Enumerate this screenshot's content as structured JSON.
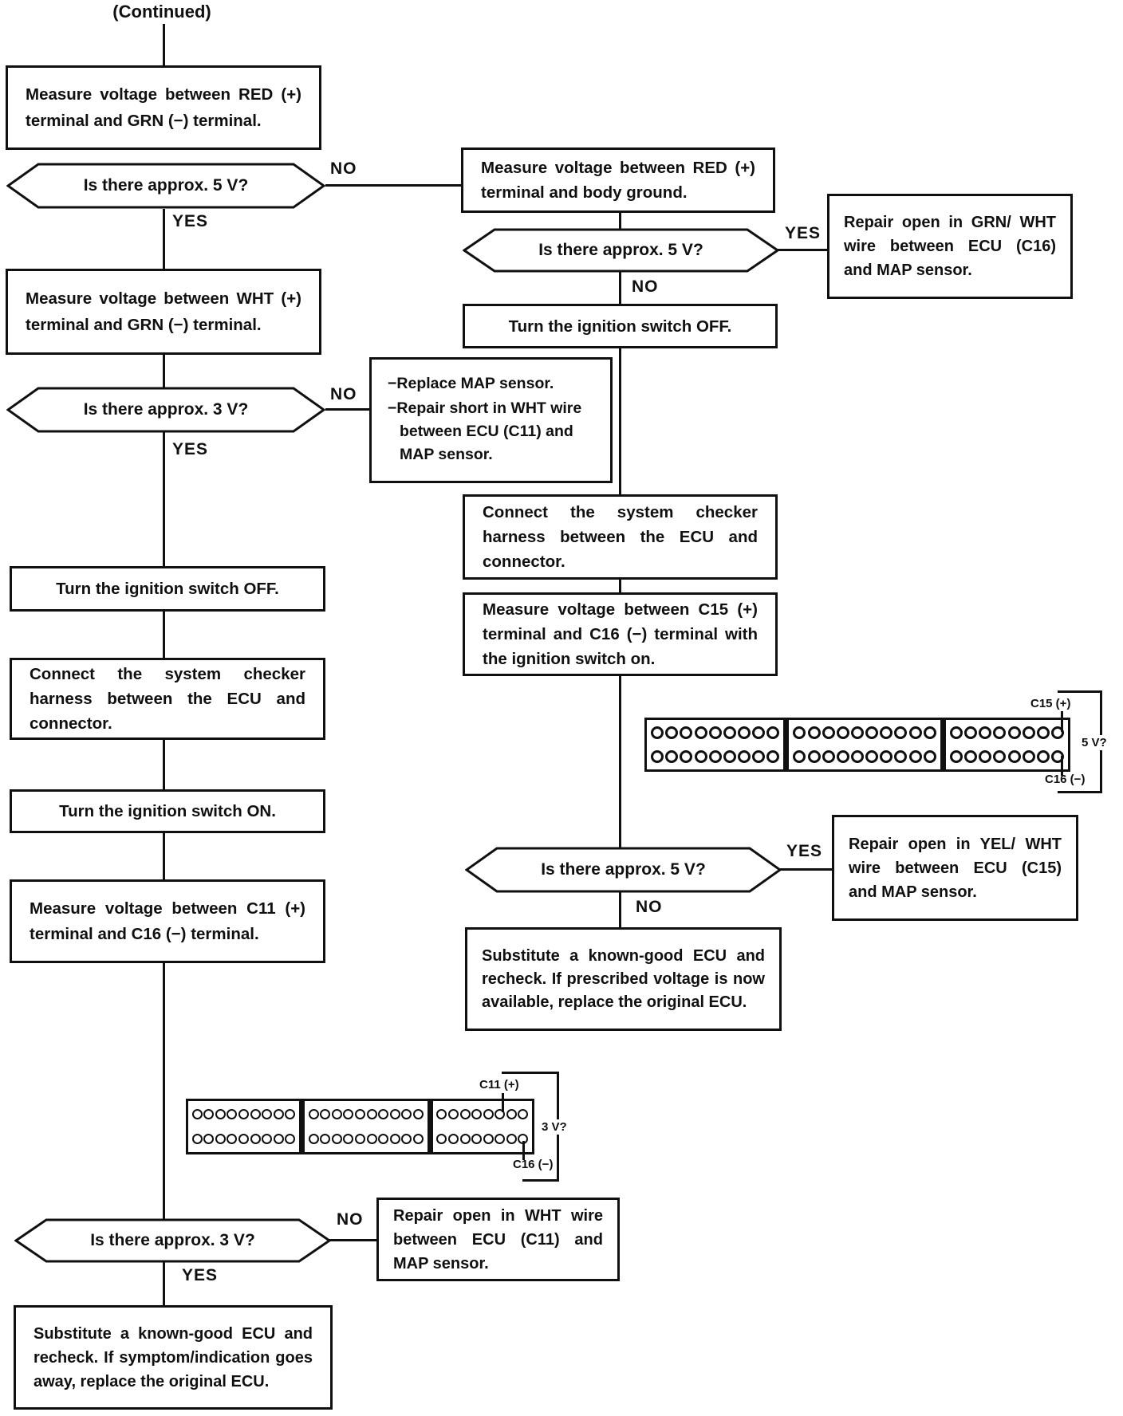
{
  "nodes": {
    "continued": "(Continued)",
    "measure_red_grn": "Measure voltage between RED (+) terminal and GRN (−) terminal.",
    "q5v_a": "Is there approx. 5 V?",
    "measure_red_ground": "Measure voltage between RED (+) terminal and body ground.",
    "q5v_b": "Is there approx. 5 V?",
    "repair_grn_wht": "Repair open in GRN/ WHT wire between ECU (C16) and MAP sensor.",
    "ignition_off_mid": "Turn the ignition switch OFF.",
    "measure_wht_grn": "Measure voltage between WHT (+) terminal and GRN (−) terminal.",
    "q3v_a": "Is there approx. 3 V?",
    "replace_1": "−Replace MAP sensor.",
    "replace_2": "−Repair short in WHT wire between ECU (C11) and MAP sensor.",
    "connect_checker_mid": "Connect the system checker harness between the ECU and connector.",
    "measure_c15_c16": "Measure voltage between C15 (+) terminal and C16 (−) terminal with the ignition switch on.",
    "q5v_c": "Is there approx. 5 V?",
    "repair_yel_wht": "Repair open in YEL/ WHT wire between ECU (C15) and MAP sensor.",
    "substitute_prescribed": "Substitute a known-good ECU and recheck. If prescribed voltage is now available, replace the original ECU.",
    "ignition_off_left": "Turn the ignition switch OFF.",
    "connect_checker_left": "Connect the system checker harness between the ECU and connector.",
    "ignition_on_left": "Turn the ignition switch ON.",
    "measure_c11_c16": "Measure voltage between C11 (+) terminal and C16 (−) terminal.",
    "q3v_b": "Is there approx. 3 V?",
    "repair_wht": "Repair open in WHT wire between ECU (C11) and MAP sensor.",
    "substitute_symptom": "Substitute a known-good ECU and recheck. If symptom/indication goes away, replace the original ECU."
  },
  "labels": {
    "yes": "YES",
    "no": "NO"
  },
  "connectors": {
    "upper": {
      "plus": "C15 (+)",
      "minus": "C16 (−)",
      "question": "5 V?",
      "groups": [
        9,
        10,
        8
      ],
      "rows": 2
    },
    "lower": {
      "plus": "C11 (+)",
      "minus": "C16 (−)",
      "question": "3 V?",
      "groups": [
        9,
        10,
        8
      ],
      "rows": 2
    }
  },
  "colors": {
    "ink": "#101010",
    "paper": "#ffffff"
  }
}
